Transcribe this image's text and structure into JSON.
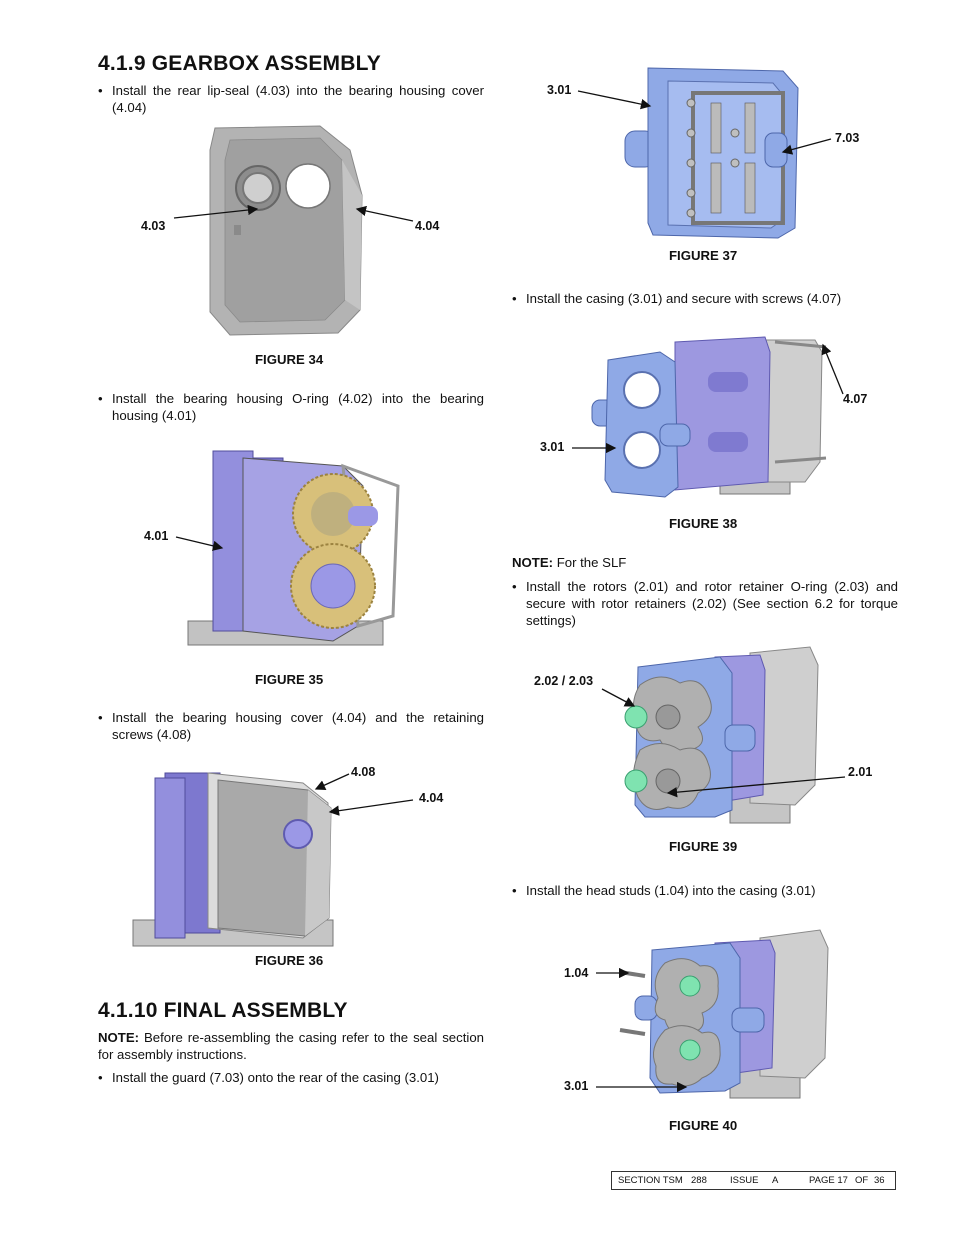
{
  "left_column": {
    "heading_1": "4.1.9 GEARBOX ASSEMBLY",
    "step_1": "Install the rear lip-seal (4.03) into the bearing housing cover (4.04)",
    "fig34": {
      "caption": "FIGURE 34",
      "callout_a": "4.03",
      "callout_b": "4.04"
    },
    "step_2": "Install the bearing housing O-ring (4.02) into the bearing housing (4.01)",
    "fig35": {
      "caption": "FIGURE 35",
      "callout_a": "4.01"
    },
    "step_3": "Install the bearing housing cover (4.04) and the retaining screws (4.08)",
    "fig36": {
      "caption": "FIGURE 36",
      "callout_a": "4.08",
      "callout_b": "4.04"
    },
    "heading_2": "4.1.10  FINAL ASSEMBLY",
    "note_label": "NOTE:",
    "note_text": "Before re-assembling the casing refer to the seal section for assembly instructions.",
    "step_4": "Install the guard (7.03) onto the rear of the casing (3.01)"
  },
  "right_column": {
    "fig37": {
      "caption": "FIGURE 37",
      "callout_a": "3.01",
      "callout_b": "7.03"
    },
    "step_5": "Install the casing (3.01) and secure with screws (4.07)",
    "fig38": {
      "caption": "FIGURE 38",
      "callout_a": "4.07",
      "callout_b": "3.01"
    },
    "note_label": "NOTE:",
    "note_text": "For the SLF",
    "step_6": "Install the rotors (2.01) and rotor retainer O-ring (2.03) and secure with rotor retainers (2.02) (See section 6.2 for torque settings)",
    "fig39": {
      "caption": "FIGURE 39",
      "callout_a": "2.02 / 2.03",
      "callout_b": "2.01"
    },
    "step_7": "Install the head studs (1.04) into the casing (3.01)",
    "fig40": {
      "caption": "FIGURE 40",
      "callout_a": "1.04",
      "callout_b": "3.01"
    }
  },
  "footer": {
    "section_label": "SECTION TSM",
    "section_value": "288",
    "issue_label": "ISSUE",
    "issue_value": "A",
    "page_label": "PAGE 17",
    "of_label": "OF",
    "total_pages": "36"
  },
  "colors": {
    "housing_purple": "#8a86d8",
    "cover_grey": "#a9a9a9",
    "casing_blue": "#8fa9e6",
    "gear_gold": "#d8c07a",
    "retainer_green": "#7fe3b0"
  }
}
